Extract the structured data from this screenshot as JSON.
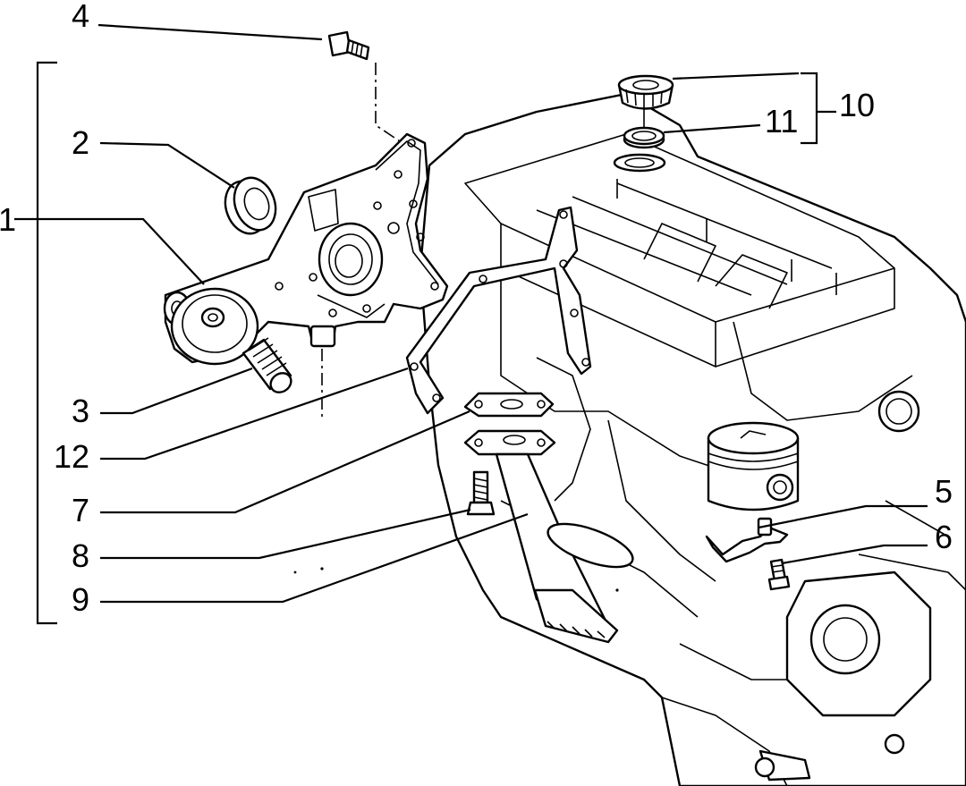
{
  "callouts": {
    "c1": "1",
    "c2": "2",
    "c3": "3",
    "c4": "4",
    "c5": "5",
    "c6": "6",
    "c7": "7",
    "c8": "8",
    "c9": "9",
    "c10": "10",
    "c11": "11",
    "c12": "12"
  }
}
